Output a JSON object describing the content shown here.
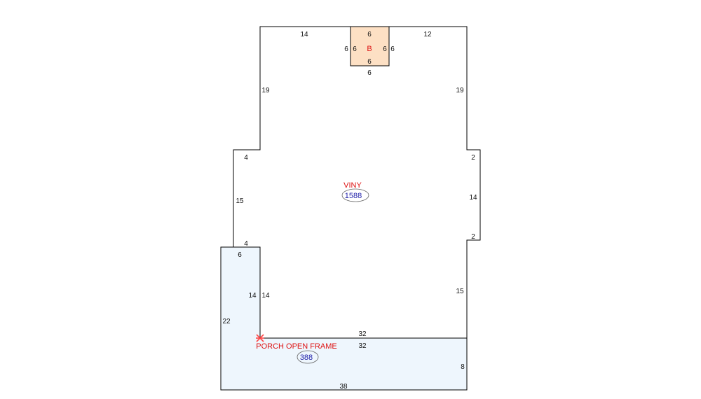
{
  "colors": {
    "outline": "#000000",
    "dimension_text": "#111111",
    "area_label": "#dd1111",
    "area_value": "#2222aa",
    "area_ellipse": "#666666",
    "main_fill": "#ffffff",
    "porch_fill": "#eef6fd",
    "bay_fill": "#fde0c4",
    "marker": "#ff4444"
  },
  "main_area": {
    "label": "VINY",
    "value": "1588"
  },
  "porch_area": {
    "label": "PORCH OPEN FRAME",
    "value": "388"
  },
  "bay": {
    "label": "B"
  },
  "dims": {
    "main_top_left": "14",
    "main_top_right": "12",
    "main_upper_left": "19",
    "main_upper_right": "19",
    "main_left_jog_top": "4",
    "main_right_jog_top": "2",
    "main_left_mid": "15",
    "main_right_mid": "14",
    "main_left_jog_bottom": "4",
    "main_right_jog_bottom": "2",
    "main_right_lower": "15",
    "main_porch_inner_left": "14",
    "main_bottom": "32",
    "porch_top_stub": "6",
    "porch_inner": "14",
    "porch_left": "22",
    "porch_top": "32",
    "porch_right": "8",
    "porch_bottom": "38",
    "bay_top_inner": "6",
    "bay_bottom_inner": "6",
    "bay_bottom_outer": "6",
    "bay_left_outer": "6",
    "bay_left_inner": "6",
    "bay_right_inner": "6",
    "bay_right_outer": "6"
  }
}
